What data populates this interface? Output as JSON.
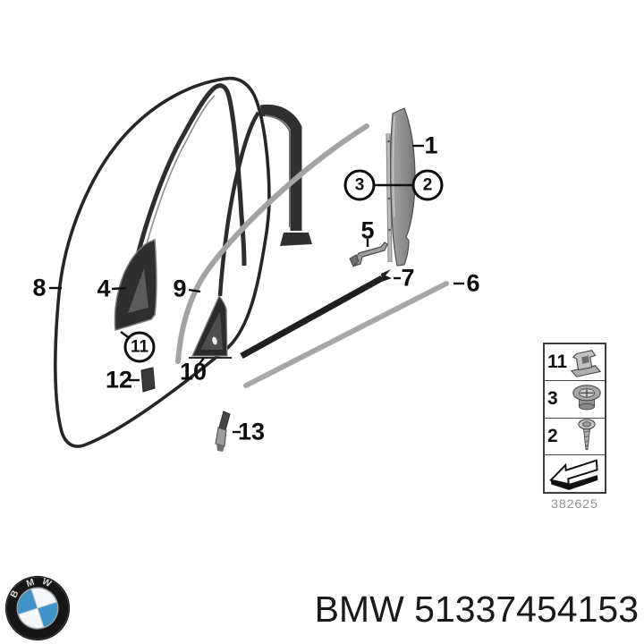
{
  "page": {
    "background": "#ffffff"
  },
  "diagram": {
    "callouts": [
      {
        "label": "1",
        "circled": false
      },
      {
        "label": "2",
        "circled": true
      },
      {
        "label": "3",
        "circled": true
      },
      {
        "label": "4",
        "circled": false
      },
      {
        "label": "5",
        "circled": false
      },
      {
        "label": "6",
        "circled": false
      },
      {
        "label": "7",
        "circled": false
      },
      {
        "label": "8",
        "circled": false
      },
      {
        "label": "9",
        "circled": false
      },
      {
        "label": "10",
        "circled": false
      },
      {
        "label": "11",
        "circled": true
      },
      {
        "label": "12",
        "circled": false
      },
      {
        "label": "13",
        "circled": false
      }
    ],
    "legend": {
      "rows": [
        {
          "label": "11",
          "icon": "clip-icon"
        },
        {
          "label": "3",
          "icon": "grommet-icon"
        },
        {
          "label": "2",
          "icon": "screw-icon"
        },
        {
          "label": "",
          "icon": "direction-arrow-icon"
        }
      ],
      "diagram_code": "382625"
    },
    "colors": {
      "line_dark": "#262626",
      "trim_gray": "#a3a3a3",
      "pillar_gray": "#8e8e8e"
    }
  },
  "footer": {
    "caption": "BMW 51337454153",
    "logo": {
      "letters": [
        "B",
        "M",
        "W"
      ],
      "blue": "#3f93c8",
      "ring": "#161616"
    }
  }
}
